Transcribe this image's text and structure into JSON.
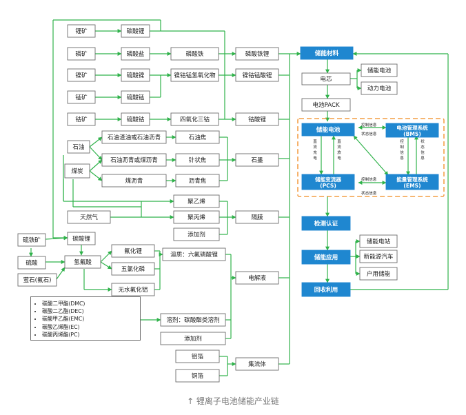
{
  "boxes": {
    "li_kuang": "锂矿",
    "lin_kuang": "磷矿",
    "nie_kuang": "镍矿",
    "meng_kuang": "锰矿",
    "gu_kuang": "钴矿",
    "tan_suan_li": "碳酸锂",
    "lin_suan_yan": "磷酸盐",
    "liu_suan_nie": "硫酸镍",
    "liu_suan_meng": "硫酸锰",
    "liu_suan_gu": "硫酸钴",
    "lin_suan_tie": "磷酸铁",
    "ncm_oxide": "镍钴锰氢氧化物",
    "si_yang_hua_san_gu": "四氧化三钴",
    "lfp": "磷酸铁锂",
    "ncm_li": "镍钴锰酸锂",
    "gu_suan_li": "钴酸锂",
    "shi_you": "石油",
    "mei_tan": "煤炭",
    "tian_ran_qi": "天然气",
    "pitch1": "石油渣油或石油沥青",
    "pitch2": "石油沥青或煤沥青",
    "pitch3": "煤沥青",
    "shi_you_jiao": "石油焦",
    "zhen_zhuang_jiao": "针状焦",
    "li_qing_jiao": "沥青焦",
    "shi_mo": "石墨",
    "ju_yi_xi": "聚乙烯",
    "ju_bing_xi": "聚丙烯",
    "tian_jia_ji1": "添加剂",
    "ge_mo": "隔膜",
    "liu_tie_kuang": "硫铁矿",
    "liu_suan": "硫酸",
    "ying_shi": "萤石(氟石)",
    "tan_suan_li2": "碳酸锂",
    "qing_fu_suan": "氢氟酸",
    "fu_hua_li": "氟化锂",
    "wu_lu_hua_lin": "五氯化磷",
    "wu_shui_fu_hua_lv": "无水氟化铝",
    "solute": "溶质：六氟磷酸锂",
    "solvent": "溶剂：碳酸酯类溶剂",
    "tian_jia_ji2": "添加剂",
    "dian_jie_ye": "电解液",
    "lv_bo": "铝箔",
    "tong_bo": "铜箔",
    "ji_liu_ti": "集流体",
    "chu_neng_cai_liao": "储能材料",
    "dian_xin": "电芯",
    "chu_neng_dian_chi_a": "储能电池",
    "dong_li_dian_chi": "动力电池",
    "dian_chi_pack": "电池PACK",
    "chu_neng_dian_chi": "储能电池",
    "bms1": "电池管理系统",
    "bms2": "(BMS)",
    "pcs1": "储能变流器",
    "pcs2": "(PCS)",
    "ems1": "能量管理系统",
    "ems2": "(EMS)",
    "jian_ce_ren_zheng": "检测认证",
    "chu_neng_ying_yong": "储能应用",
    "chu_neng_dian_zhan": "储能电站",
    "xin_neng_yuan_qi_che": "新能源汽车",
    "hu_yong_chu_neng": "户用储能",
    "hui_shou_li_yong": "回收利用"
  },
  "labels": {
    "kongzhi_1": "控制信息",
    "zhuangtai_1": "状态信息",
    "kongzhi_2": "控制信息",
    "zhuangtai_2": "状态信息",
    "zhiliu_chongdian": "直流充电",
    "zhiliu_fangdian": "直流放电",
    "kongzhi_v": "控制信息",
    "zhuangtai_v": "状态信息"
  },
  "solvents": [
    "碳酸二甲酯(DMC)",
    "碳酸二乙酯(DEC)",
    "碳酸甲乙酯(EMC)",
    "碳酸乙烯酯(EC)",
    "碳酸丙烯酯(PC)"
  ],
  "caption": "↑ 锂离子电池储能产业链",
  "colors": {
    "line": "#2fb24a",
    "accent": "#1f87d0",
    "dash": "#f08a1e"
  }
}
